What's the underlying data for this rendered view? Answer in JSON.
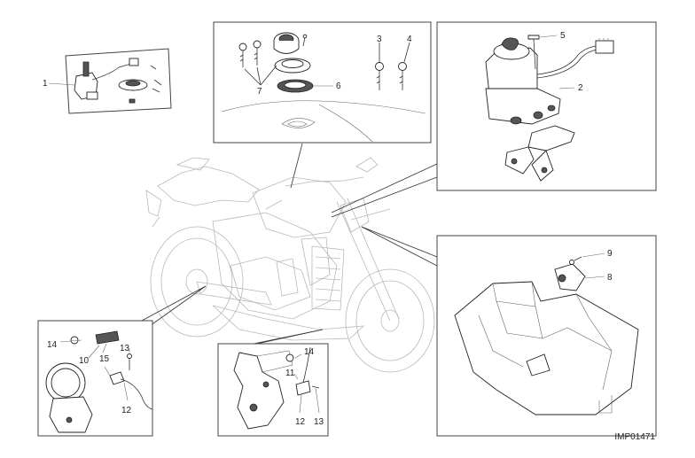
{
  "diagram_ref": "IMP01471",
  "callouts": {
    "c1": "1",
    "c2": "2",
    "c3": "3",
    "c4": "4",
    "c5": "5",
    "c6": "6",
    "c7": "7",
    "c8": "8",
    "c9": "9",
    "c10": "10",
    "c11": "11",
    "c12a": "12",
    "c12b": "12",
    "c13a": "13",
    "c13b": "13",
    "c14a": "14",
    "c14b": "14",
    "c15": "15"
  }
}
